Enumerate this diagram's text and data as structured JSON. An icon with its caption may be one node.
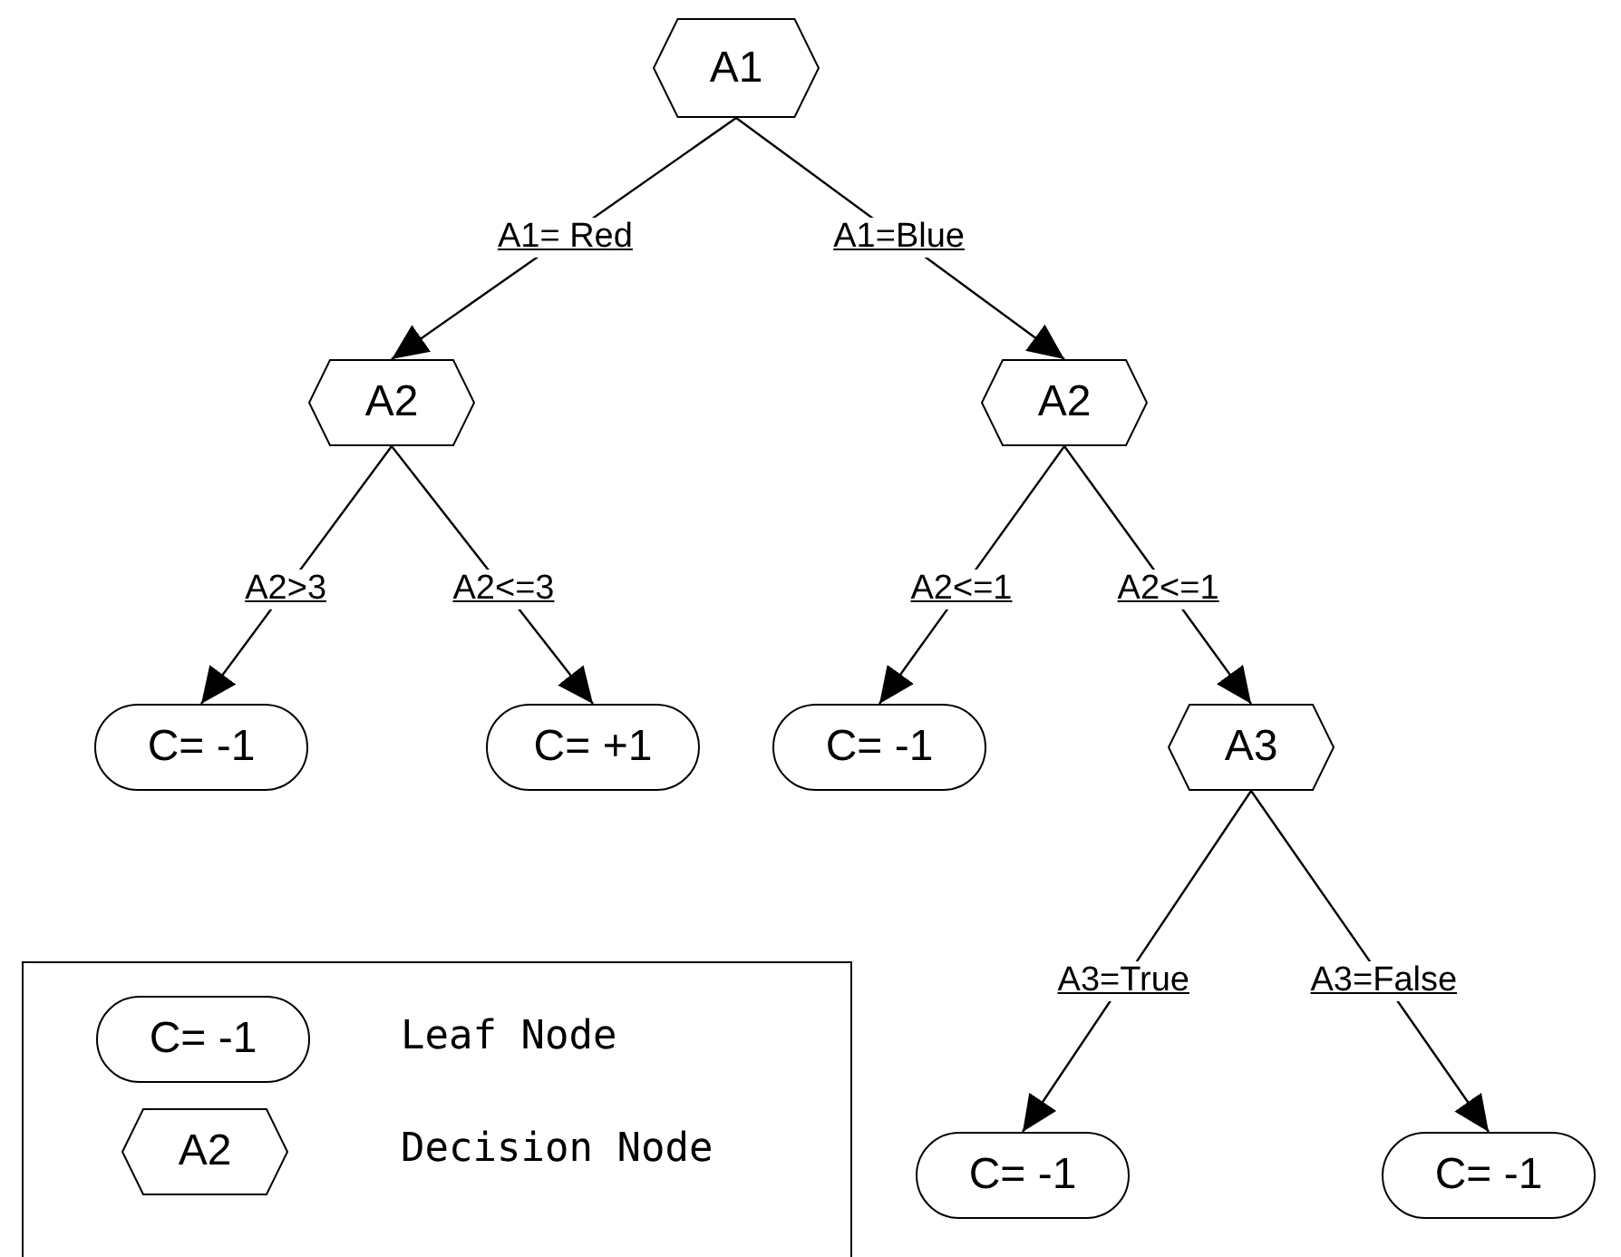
{
  "diagram": {
    "nodes": [
      {
        "text": [
          "A1"
        ]
      },
      {
        "text": [
          "A2"
        ]
      },
      {
        "text": [
          "A2"
        ]
      },
      {
        "text": [
          "C= -1"
        ]
      },
      {
        "text": [
          "C= +1"
        ]
      },
      {
        "text": [
          "C= -1"
        ]
      },
      {
        "text": [
          "A3"
        ]
      },
      {
        "text": [
          "C= -1"
        ]
      },
      {
        "text": [
          "C= -1"
        ]
      }
    ],
    "edges": [
      {
        "from": 0,
        "to": 1,
        "arrow": "to",
        "label": "A1= Red"
      },
      {
        "from": 0,
        "to": 2,
        "arrow": "to",
        "label": "A1=Blue"
      },
      {
        "from": 1,
        "to": 3,
        "arrow": "to",
        "label": "A2>3"
      },
      {
        "from": 1,
        "to": 4,
        "arrow": "to",
        "label": "A2<=3"
      },
      {
        "from": 2,
        "to": 5,
        "arrow": "to",
        "label": "A2<=1"
      },
      {
        "from": 2,
        "to": 6,
        "arrow": "to",
        "label": "A2<=1"
      },
      {
        "from": 6,
        "to": 7,
        "arrow": "to",
        "label": "A3=True"
      },
      {
        "from": 6,
        "to": 8,
        "arrow": "to",
        "label": "A3=False"
      }
    ],
    "labels": [
      "C= -1",
      "A2"
    ],
    "legend": [
      {
        "text": "Leaf Node"
      },
      {
        "text": "Decision Node"
      }
    ]
  }
}
